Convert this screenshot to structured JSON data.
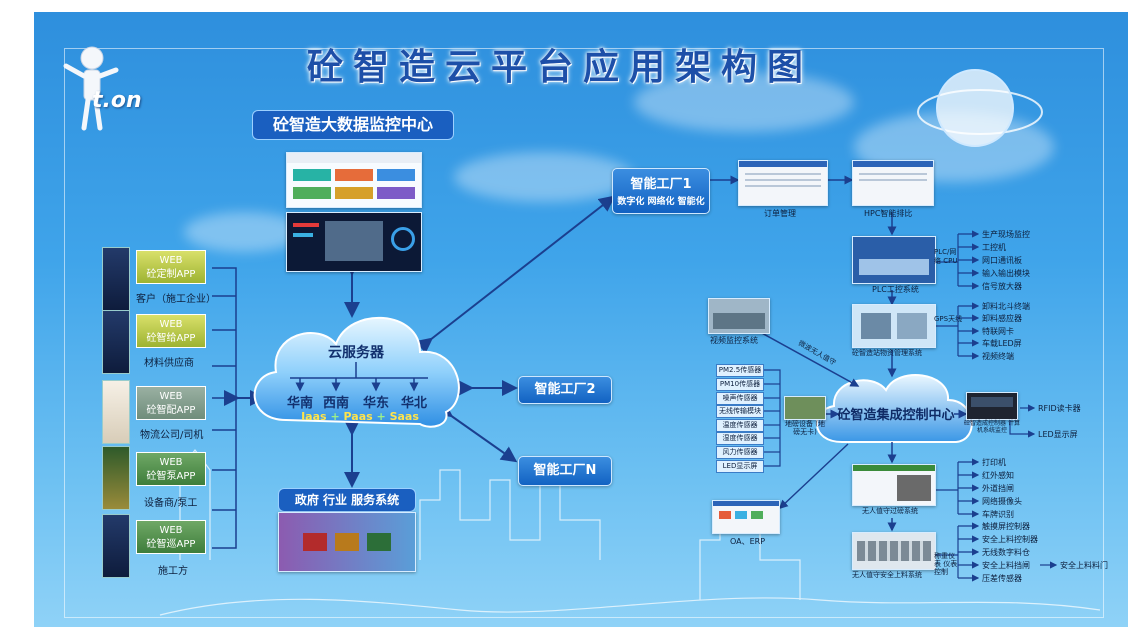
{
  "title": "砼智造云平台应用架构图",
  "mascot_logo": "t.on",
  "monitor_center": "砼智造大数据监控中心",
  "cloud": {
    "name": "云服务器",
    "regions": [
      "华南",
      "西南",
      "华东",
      "华北"
    ],
    "services": [
      "Iaas",
      "Paas",
      "Saas"
    ],
    "service_separator": "+"
  },
  "gov_system": "政府 行业 服务系统",
  "factories": {
    "f1_title": "智能工厂1",
    "f1_sub": "数字化 网络化 智能化",
    "f2": "智能工厂2",
    "fn": "智能工厂N"
  },
  "apps": [
    {
      "box": "WEB\n砼定制APP",
      "caption": "客户（施工企业）"
    },
    {
      "box": "WEB\n砼智给APP",
      "caption": "材料供应商"
    },
    {
      "box": "WEB\n砼智配APP",
      "caption": "物流公司/司机"
    },
    {
      "box": "WEB\n砼智泵APP",
      "caption": "设备商/泵工"
    },
    {
      "box": "WEB\n砼智巡APP",
      "caption": "施工方"
    }
  ],
  "integration_center": "砼智造集成控制中心",
  "screens": {
    "order": "订单管理",
    "hpc": "HPC智能排比",
    "plc": "PLC工控系统",
    "plc_side": "PLC/网络 CPU",
    "station": "砼智造站物资管理系统",
    "gps_side": "GPS天线",
    "video": "视频监控系统",
    "no_person_small": "无人值守",
    "oa": "OA、ERP",
    "unmanned": "无人值守过磅系统",
    "safety": "无人值守安全上料系统",
    "weigh_ctrl": "称重仪表 仪表控制",
    "gate_note": "地磅设备 (地磅无卡)",
    "rfid_panel": "砼智造成控制器 计算机系统监控",
    "relay": "微波无人值守"
  },
  "plc_items": [
    "生产现场监控",
    "工控机",
    "网口通讯板",
    "输入输出模块",
    "信号放大器"
  ],
  "station_items": [
    "卸料北斗终端",
    "卸料感应器",
    "特联网卡",
    "车载LED屏",
    "视频终端"
  ],
  "sensors": [
    "PM2.5传感器",
    "PM10传感器",
    "噪声传感器",
    "无线传输模块",
    "温度传感器",
    "湿度传感器",
    "风力传感器",
    "LED显示屏"
  ],
  "rfid_items": [
    "RFID读卡器",
    "LED显示屏"
  ],
  "unmanned_items": [
    "打印机",
    "红外感知",
    "外道挡闸",
    "网络摄像头",
    "车牌识别"
  ],
  "safety_items": [
    "触摸屏控制器",
    "安全上料控制器",
    "无线数字料仓",
    "安全上料挡闸",
    "压差传感器"
  ],
  "safety_right": "安全上料料门",
  "colors": {
    "title": "#1d4fa8",
    "label_blue": "#1262c2",
    "app_green": "#9db332",
    "arrow": "#1b3f8f"
  }
}
